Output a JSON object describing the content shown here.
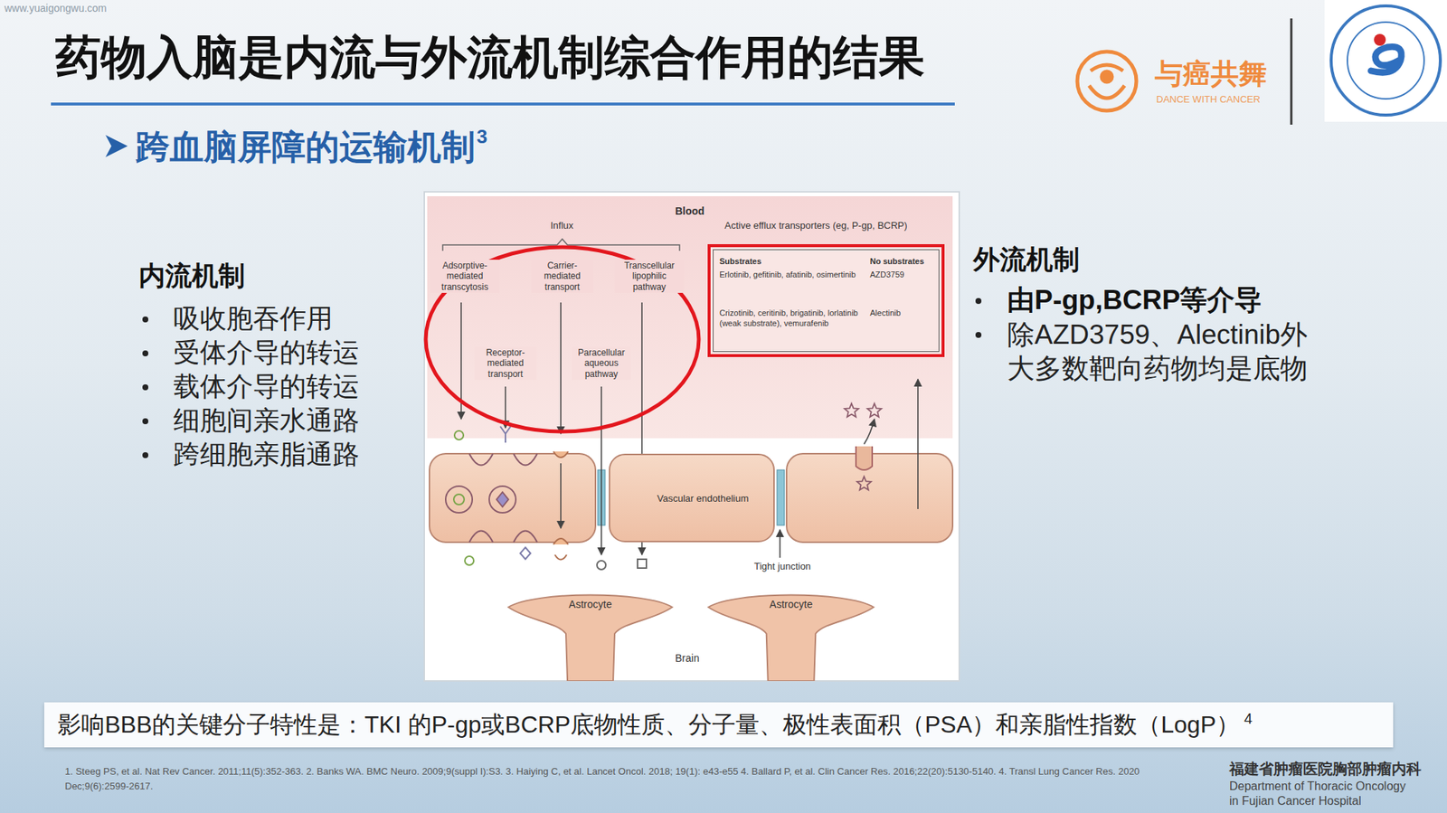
{
  "diagram": {
    "title": "药物入脑是内流与外流机制综合作用的结果",
    "nodes": [
      {
        "text": [
          "Substrates",
          "No substrates",
          "Erlotinib, gefitinib, afatinib, osimertinib",
          "AZD3759",
          "Crizotinib, ceritinib, brigatinib, lorlatinib (weak substrate), vemurafenib",
          "Alectinib"
        ]
      },
      {
        "text": [
          "Vascular endothelium"
        ]
      },
      {
        "text": [
          "Astrocyte"
        ]
      },
      {
        "text": [
          "Astrocyte"
        ]
      },
      {
        "text": [
          "影响BBB的关键分子特性是：TKI 的P-gp或BCRP底物性质、分子量、极性表面积（PSA）和亲脂性指数（LogP）",
          "4"
        ]
      }
    ],
    "labels": [
      "www.yuaigongwu.com",
      "与癌共舞",
      "DANCE WITH CANCER",
      "跨血脑屏障的运输机制",
      "3",
      "内流机制",
      "吸收胞吞作用",
      "受体介导的转运",
      "载体介导的转运",
      "细胞间亲水通路",
      "跨细胞亲脂通路",
      "外流机制",
      "由P-gp,BCRP等介导",
      "除AZD3759、Alectinib外大多数靶向药物均是底物",
      "Blood",
      "Influx",
      "Active efflux transporters (eg, P-gp, BCRP)",
      "Adsorptive-mediated transcytosis",
      "Carrier-mediated transport",
      "Transcellular lipophilic pathway",
      "Receptor-mediated transport",
      "Paracellular aqueous pathway",
      "Tight junction",
      "Brain",
      "1. Steeg PS, et al. Nat Rev Cancer. 2011;11(5):352-363. 2. Banks WA. BMC Neuro. 2009;9(suppl I):S3. 3. Haiying C, et al. Lancet Oncol. 2018; 19(1): e43-e55 4. Ballard P, et al. Clin Cancer Res. 2016;22(20):5130-5140. 4. Transl Lung Cancer Res. 2020 Dec;9(6):2599-2617.",
      "福建省肿瘤医院胸部肿瘤内科",
      "Department of Thoracic Oncology",
      "in Fujian Cancer Hospital"
    ]
  }
}
